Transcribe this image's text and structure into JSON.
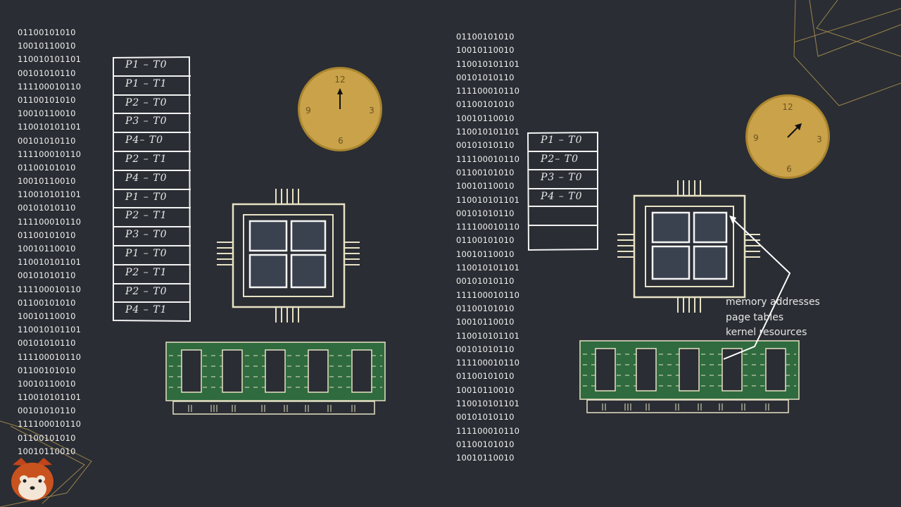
{
  "left_panel": {
    "binary_lines": [
      "01100101010",
      "10010110010",
      "110010101101",
      "00101010110",
      "111100010110",
      "01100101010",
      "10010110010",
      "110010101101",
      "00101010110",
      "111100010110",
      "01100101010",
      "10010110010",
      "110010101101",
      "00101010110",
      "111100010110",
      "01100101010",
      "10010110010",
      "110010101101",
      "00101010110",
      "111100010110",
      "01100101010",
      "10010110010",
      "110010101101",
      "00101010110",
      "111100010110",
      "01100101010",
      "10010110010",
      "110010101101",
      "00101010110",
      "111100010110",
      "01100101010",
      "10010110010"
    ],
    "stack_slots": [
      "P1 – T0",
      "P1 – T1",
      "P2 – T0",
      "P3 – T0",
      "P4– T0",
      "P2 – T1",
      "P4 – T0",
      "P1 – T0",
      "P2 – T1",
      "P3 – T0",
      "P1 – T0",
      "P2 – T1",
      "P2 – T0",
      "P4 – T1"
    ],
    "clock": {
      "n12": "12",
      "n3": "3",
      "n6": "6",
      "n9": "9"
    }
  },
  "right_panel": {
    "binary_lines": [
      "01100101010",
      "10010110010",
      "110010101101",
      "00101010110",
      "111100010110",
      "01100101010",
      "10010110010",
      "110010101101",
      "00101010110",
      "111100010110",
      "01100101010",
      "10010110010",
      "110010101101",
      "00101010110",
      "111100010110",
      "01100101010",
      "10010110010",
      "110010101101",
      "00101010110",
      "111100010110",
      "01100101010",
      "10010110010",
      "110010101101",
      "00101010110",
      "111100010110",
      "01100101010",
      "10010110010",
      "110010101101",
      "00101010110",
      "111100010110",
      "01100101010",
      "10010110010"
    ],
    "stack_slots": [
      "P1 – T0",
      "P2– T0",
      "P3 – T0",
      "P4 – T0"
    ],
    "clock": {
      "n12": "12",
      "n3": "3",
      "n6": "6",
      "n9": "9"
    },
    "annotation": [
      "memory addresses",
      "page tables",
      "kernel resources"
    ]
  },
  "colors": {
    "background": "#2a2d33",
    "clock_face": "#c9a24a",
    "ram_green": "#2f6b3e",
    "chip_cream": "#e8e2c4",
    "core_fill": "#3a4250",
    "accent_gold": "#b89a55"
  }
}
